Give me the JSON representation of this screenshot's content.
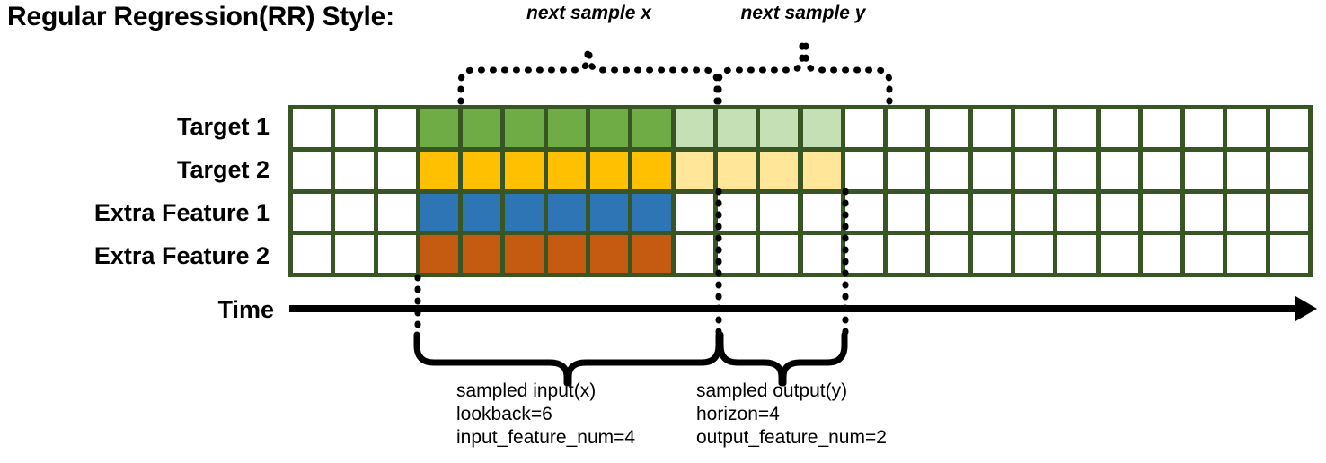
{
  "title": "Regular Regression(RR) Style:",
  "rows": [
    {
      "label": "Target 1",
      "color_key": "green",
      "light_key": "green_light"
    },
    {
      "label": "Target 2",
      "color_key": "yellow",
      "light_key": "yellow_light"
    },
    {
      "label": "Extra Feature 1",
      "color_key": "blue",
      "light_key": null
    },
    {
      "label": "Extra Feature 2",
      "color_key": "orange",
      "light_key": null
    }
  ],
  "axis": {
    "label": "Time"
  },
  "grid": {
    "columns": 24,
    "input_start_col": 4,
    "input_end_col": 9,
    "output_start_col": 10,
    "output_end_col": 13
  },
  "colors": {
    "border": "#375623",
    "green": "#6FAC46",
    "green_light": "#C5E0B4",
    "yellow": "#FEC000",
    "yellow_light": "#FFE699",
    "blue": "#2E75B6",
    "orange": "#C55A11",
    "empty": "#FFFFFF",
    "ink": "#000000"
  },
  "top_braces": [
    {
      "label": "next sample x"
    },
    {
      "label": "next sample y"
    }
  ],
  "bottom_annotations": [
    {
      "line1": "sampled input(x)",
      "line2": "lookback=6",
      "line3": "input_feature_num=4"
    },
    {
      "line1": "sampled output(y)",
      "line2": "horizon=4",
      "line3": "output_feature_num=2"
    }
  ]
}
